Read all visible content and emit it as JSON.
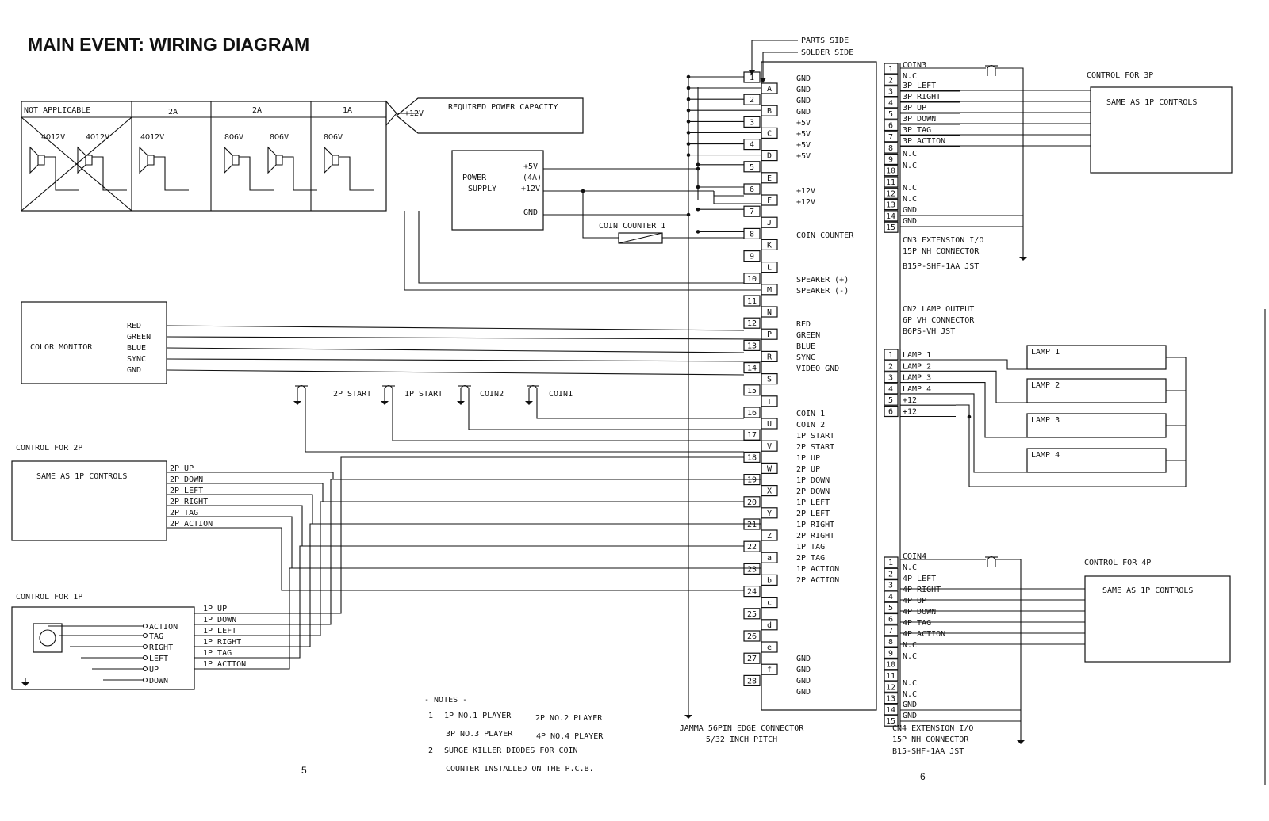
{
  "title": "MAIN EVENT:  WIRING DIAGRAM",
  "page_numbers": [
    "5",
    "6"
  ],
  "connector_labels": {
    "parts_side": "PARTS SIDE",
    "solder_side": "SOLDER SIDE",
    "jamma_line1": "JAMMA 56PIN EDGE CONNECTOR",
    "jamma_line2": "5/32 INCH PITCH"
  },
  "pins_numbers": [
    "1",
    "2",
    "3",
    "4",
    "5",
    "6",
    "7",
    "8",
    "9",
    "10",
    "11",
    "12",
    "13",
    "14",
    "15",
    "16",
    "17",
    "18",
    "19",
    "20",
    "21",
    "22",
    "23",
    "24",
    "25",
    "26",
    "27",
    "28"
  ],
  "pins_letters": [
    "A",
    "B",
    "C",
    "D",
    "E",
    "F",
    "J",
    "K",
    "L",
    "M",
    "N",
    "P",
    "R",
    "S",
    "T",
    "U",
    "V",
    "W",
    "X",
    "Y",
    "Z",
    "a",
    "b",
    "c",
    "d",
    "e",
    "f"
  ],
  "jamma_signals": [
    "GND",
    "GND",
    "GND",
    "GND",
    "+5V",
    "+5V",
    "+5V",
    "+5V",
    "+12V",
    "+12V",
    "COIN COUNTER",
    "SPEAKER (+)",
    "SPEAKER (-)",
    "RED",
    "GREEN",
    "BLUE",
    "SYNC",
    "VIDEO GND",
    "COIN 1",
    "COIN 2",
    "1P START",
    "2P START",
    "1P UP",
    "2P UP",
    "1P DOWN",
    "2P DOWN",
    "1P LEFT",
    "2P LEFT",
    "1P RIGHT",
    "2P RIGHT",
    "1P TAG",
    "2P TAG",
    "1P ACTION",
    "2P ACTION",
    "GND",
    "GND",
    "GND",
    "GND"
  ],
  "speakers": {
    "headers": [
      "NOT APPLICABLE",
      "2A",
      "2A",
      "1A"
    ],
    "ratings": [
      "4Ω12V",
      "4Ω12V",
      "4Ω12V",
      "8Ω6V",
      "8Ω6V",
      "8Ω6V"
    ],
    "power_plus12": "+12V",
    "required_power": "REQUIRED POWER CAPACITY"
  },
  "power_supply": {
    "name_line1": "POWER",
    "name_line2": "SUPPLY",
    "plus5": "+5V",
    "current": "(4A)",
    "plus12": "+12V",
    "gnd": "GND"
  },
  "coin_counter_label": "COIN COUNTER 1",
  "color_monitor": {
    "name": "COLOR MONITOR",
    "signals": [
      "RED",
      "GREEN",
      "BLUE",
      "SYNC",
      "GND"
    ]
  },
  "switches": [
    "2P START",
    "1P START",
    "COIN2",
    "COIN1"
  ],
  "control_2p": {
    "title": "CONTROL FOR 2P",
    "body": "SAME AS 1P CONTROLS",
    "signals": [
      "2P UP",
      "2P DOWN",
      "2P LEFT",
      "2P RIGHT",
      "2P TAG",
      "2P ACTION"
    ]
  },
  "control_1p": {
    "title": "CONTROL FOR 1P",
    "signals": [
      "1P UP",
      "1P DOWN",
      "1P LEFT",
      "1P RIGHT",
      "1P TAG",
      "1P ACTION"
    ],
    "switch_labels": [
      "ACTION",
      "TAG",
      "RIGHT",
      "LEFT",
      "UP",
      "DOWN"
    ]
  },
  "notes": {
    "header": "- NOTES -",
    "line1_num": "1",
    "line1a": "1P NO.1 PLAYER",
    "line1b": "2P NO.2 PLAYER",
    "line2a": "3P NO.3 PLAYER",
    "line2b": "4P NO.4 PLAYER",
    "line3_num": "2",
    "line3": "SURGE KILLER DIODES FOR COIN",
    "line4": "COUNTER INSTALLED ON THE P.C.B."
  },
  "cn3": {
    "pins": [
      "1",
      "2",
      "3",
      "4",
      "5",
      "6",
      "7",
      "8",
      "9",
      "10",
      "11",
      "12",
      "13",
      "14",
      "15"
    ],
    "signals": [
      "COIN3",
      "N.C",
      "3P LEFT",
      "3P RIGHT",
      "3P UP",
      "3P DOWN",
      "3P TAG",
      "3P ACTION",
      "N.C",
      "N.C",
      "N.C",
      "N.C",
      "GND",
      "GND"
    ],
    "line1": "CN3 EXTENSION I/O",
    "line2": "15P NH CONNECTOR",
    "line3": "B15P-SHF-1AA  JST"
  },
  "control_3p": {
    "title": "CONTROL FOR 3P",
    "body": "SAME AS 1P CONTROLS"
  },
  "cn2": {
    "line1": "CN2 LAMP OUTPUT",
    "line2": "6P VH CONNECTOR",
    "line3": "B6PS-VH  JST",
    "pins": [
      "1",
      "2",
      "3",
      "4",
      "5",
      "6"
    ],
    "signals": [
      "LAMP 1",
      "LAMP 2",
      "LAMP 3",
      "LAMP 4",
      "+12",
      "+12"
    ]
  },
  "lamps": [
    "LAMP 1",
    "LAMP 2",
    "LAMP 3",
    "LAMP 4"
  ],
  "cn4": {
    "pins": [
      "1",
      "2",
      "3",
      "4",
      "5",
      "6",
      "7",
      "8",
      "9",
      "10",
      "11",
      "12",
      "13",
      "14",
      "15"
    ],
    "signals": [
      "COIN4",
      "N.C",
      "4P LEFT",
      "4P RIGHT",
      "4P UP",
      "4P DOWN",
      "4P TAG",
      "4P ACTION",
      "N.C",
      "N.C",
      "N.C",
      "N.C",
      "GND",
      "GND"
    ],
    "line1": "CN4 EXTENSION I/O",
    "line2": "15P NH CONNECTOR",
    "line3": "B15-SHF-1AA  JST"
  },
  "control_4p": {
    "title": "CONTROL FOR 4P",
    "body": "SAME AS 1P CONTROLS"
  }
}
